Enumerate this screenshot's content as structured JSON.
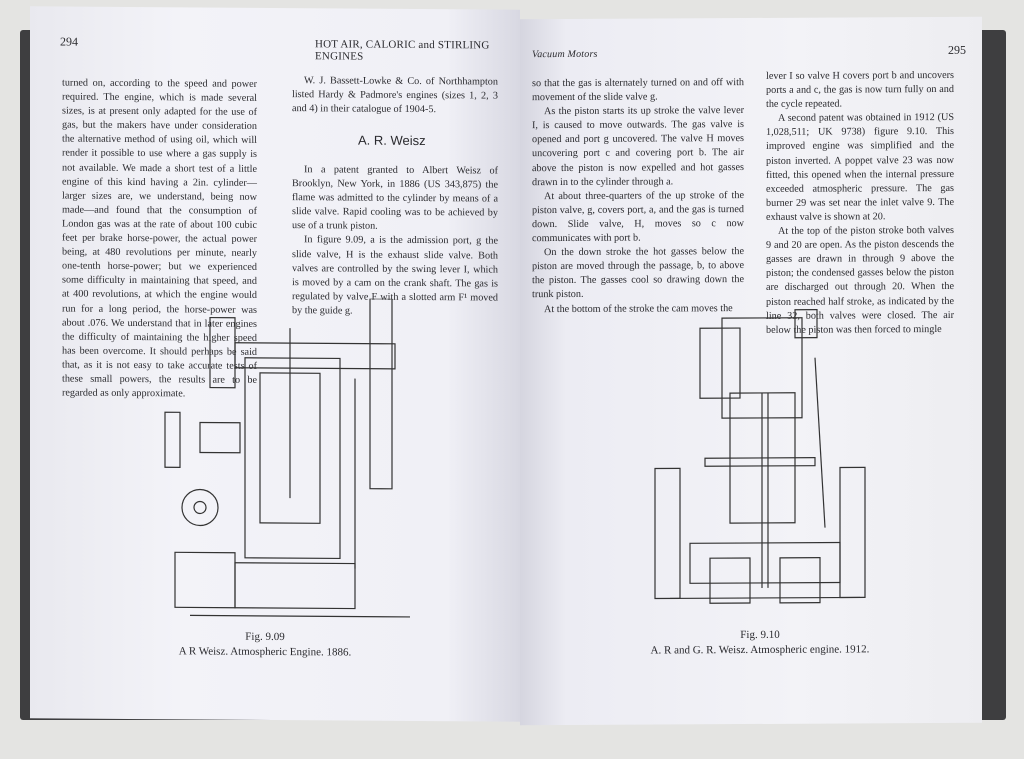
{
  "left_page": {
    "page_number": "294",
    "running_head": "HOT AIR, CALORIC and STIRLING ENGINES",
    "col1": "turned on, according to the speed and power required. The engine, which is made several sizes, is at present only adapted for the use of gas, but the makers have under consideration the alternative method of using oil, which will render it possible to use where a gas supply is not available. We made a short test of a little engine of this kind having a 2in. cylinder—larger sizes are, we understand, being now made—and found that the consumption of London gas was at the rate of about 100 cubic feet per brake horse-power, the actual power being, at 480 revolutions per minute, nearly one-tenth horse-power; but we experienced some difficulty in maintaining that speed, and at 400 revolutions, at which the engine would run for a long period, the horse-power was about .076. We understand that in later engines the difficulty of maintaining the higher speed has been overcome. It should perhaps be said that, as it is not easy to take accurate tests of these small powers, the results are to be regarded as only approximate.",
    "col2_para1": "W. J. Bassett-Lowke & Co. of Northhampton listed Hardy & Padmore's engines (sizes 1, 2, 3 and 4) in their catalogue of 1904-5.",
    "section_heading": "A. R. Weisz",
    "col2_para2": "In a patent granted to Albert Weisz of Brooklyn, New York, in 1886 (US 343,875) the flame was admitted to the cylinder by means of a slide valve. Rapid cooling was to be achieved by use of a trunk piston.",
    "col2_para3": "In figure 9.09, a is the admission port, g the slide valve, H is the exhaust slide valve. Both valves are controlled by the swing lever I, which is moved by a cam on the crank shaft. The gas is regulated by valve F with a slotted arm F¹ moved by the guide g.",
    "figure_label": "Fig. 9.09",
    "figure_caption": "A R Weisz. Atmospheric Engine. 1886."
  },
  "right_page": {
    "page_number": "295",
    "running_head": "Vacuum Motors",
    "col1_para1": "so that the gas is alternately turned on and off with movement of the slide valve g.",
    "col1_para2": "As the piston starts its up stroke the valve lever I, is caused to move outwards. The gas valve is opened and port g uncovered. The valve H moves uncovering port c and covering port b. The air above the piston is now expelled and hot gasses drawn in to the cylinder through a.",
    "col1_para3": "At about three-quarters of the up stroke of the piston valve, g, covers port, a, and the gas is turned down. Slide valve, H, moves so c now communicates with port b.",
    "col1_para4": "On the down stroke the hot gasses below the piston are moved through the passage, b, to above the piston. The gasses cool so drawing down the trunk piston.",
    "col1_para5": "At the bottom of the stroke the cam moves the",
    "col2_para1": "lever I so valve H covers port b and uncovers ports a and c, the gas is now turn fully on and the cycle repeated.",
    "col2_para2": "A second patent was obtained in 1912 (US 1,028,511; UK 9738) figure 9.10. This improved engine was simplified and the piston inverted. A poppet valve 23 was now fitted, this opened when the internal pressure exceeded atmospheric pressure. The gas burner 29 was set near the inlet valve 9. The exhaust valve is shown at 20.",
    "col2_para3": "At the top of the piston stroke both valves 9 and 20 are open. As the piston descends the gasses are drawn in through 9 above the piston; the condensed gasses below the piston are discharged out through 20. When the piston reached half stroke, as indicated by the line 32, both valves were closed. The air below the piston was then forced to mingle",
    "figure_label": "Fig. 9.10",
    "figure_caption": "A. R and G. R. Weisz. Atmospheric engine. 1912."
  }
}
